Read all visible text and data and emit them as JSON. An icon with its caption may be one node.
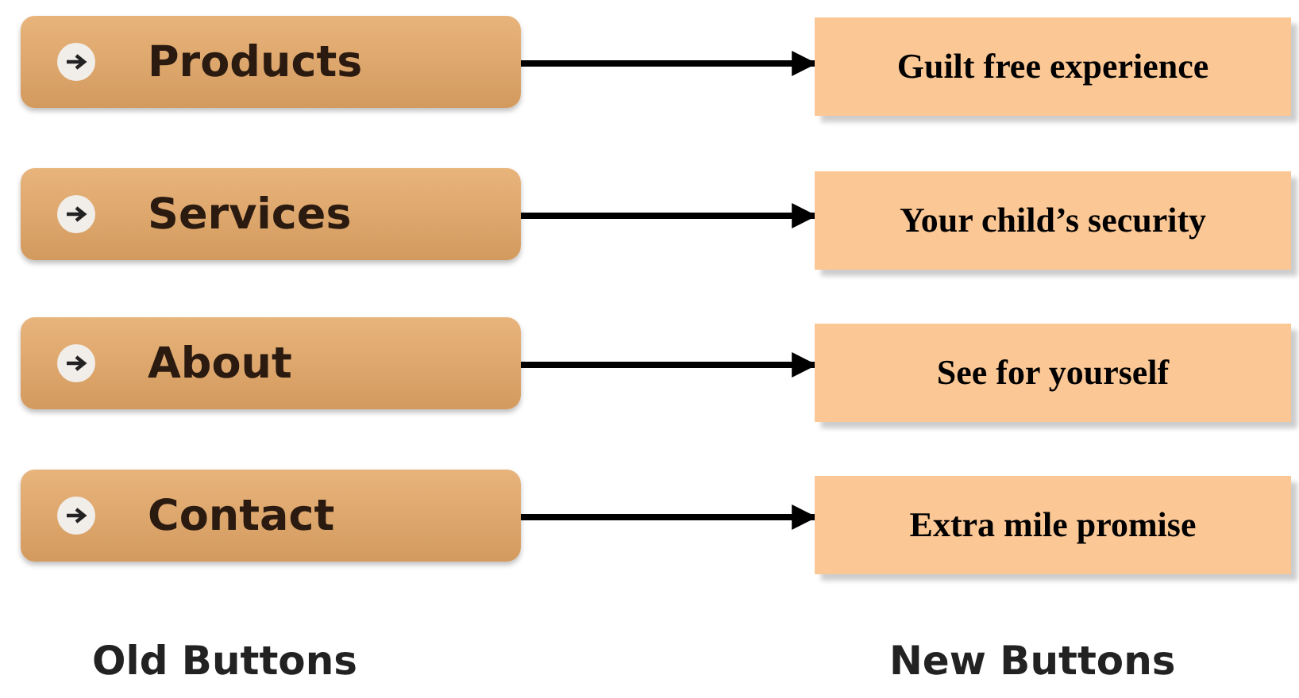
{
  "diagram": {
    "nodes": [
      {
        "text": [
          "Products"
        ]
      },
      {
        "text": [
          "Services"
        ]
      },
      {
        "text": [
          "About"
        ]
      },
      {
        "text": [
          "Contact"
        ]
      },
      {
        "text": [
          "Guilt free experience"
        ]
      },
      {
        "text": [
          "Your child’s security"
        ]
      },
      {
        "text": [
          "See for yourself"
        ]
      },
      {
        "text": [
          "Extra mile promise"
        ]
      }
    ],
    "edges": [
      {
        "from": 0,
        "to": 4,
        "arrow": "to"
      },
      {
        "from": 1,
        "to": 5,
        "arrow": "to"
      },
      {
        "from": 2,
        "to": 6,
        "arrow": "to"
      },
      {
        "from": 3,
        "to": 7,
        "arrow": "to"
      }
    ],
    "labels": [
      "Old Buttons",
      "New Buttons"
    ]
  }
}
